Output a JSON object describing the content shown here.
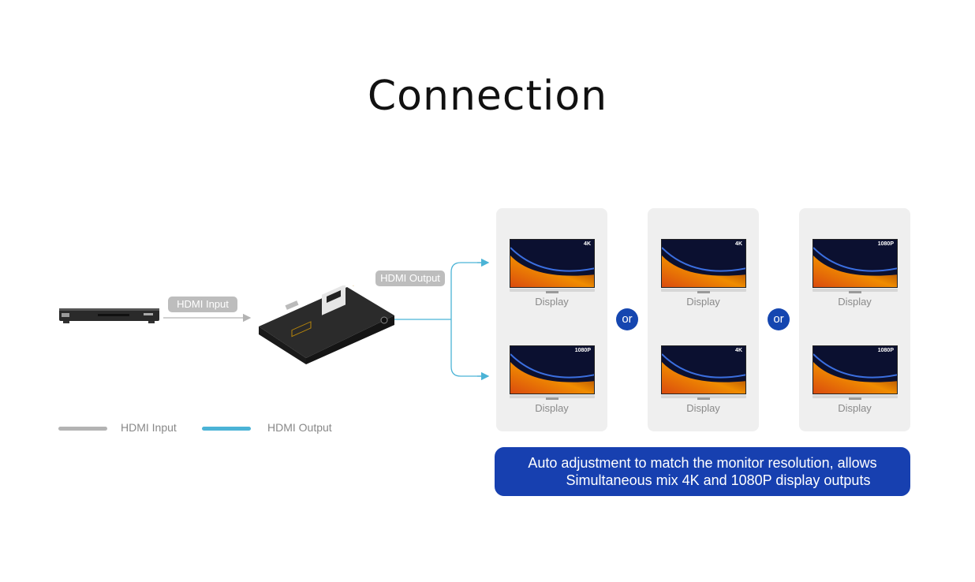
{
  "title": "Connection",
  "labels": {
    "hdmi_input_pill": "HDMI Input",
    "hdmi_output_pill": "HDMI Output"
  },
  "colors": {
    "input_wire": "#b3b3b3",
    "output_wire": "#4bb3d6",
    "accent_blue": "#1546b0",
    "panel_bg": "#efefef"
  },
  "panels": [
    {
      "displays": [
        {
          "resolution": "4K",
          "label": "Display"
        },
        {
          "resolution": "1080P",
          "label": "Display"
        }
      ]
    },
    {
      "displays": [
        {
          "resolution": "4K",
          "label": "Display"
        },
        {
          "resolution": "4K",
          "label": "Display"
        }
      ]
    },
    {
      "displays": [
        {
          "resolution": "1080P",
          "label": "Display"
        },
        {
          "resolution": "1080P",
          "label": "Display"
        }
      ]
    }
  ],
  "or_labels": [
    "or",
    "or"
  ],
  "legend": [
    {
      "label": "HDMI Input",
      "color": "#b3b3b3"
    },
    {
      "label": "HDMI Output",
      "color": "#4bb3d6"
    }
  ],
  "note": {
    "line1": "Auto adjustment to match the monitor resolution, allows",
    "line2": "Simultaneous mix 4K and 1080P display outputs"
  }
}
